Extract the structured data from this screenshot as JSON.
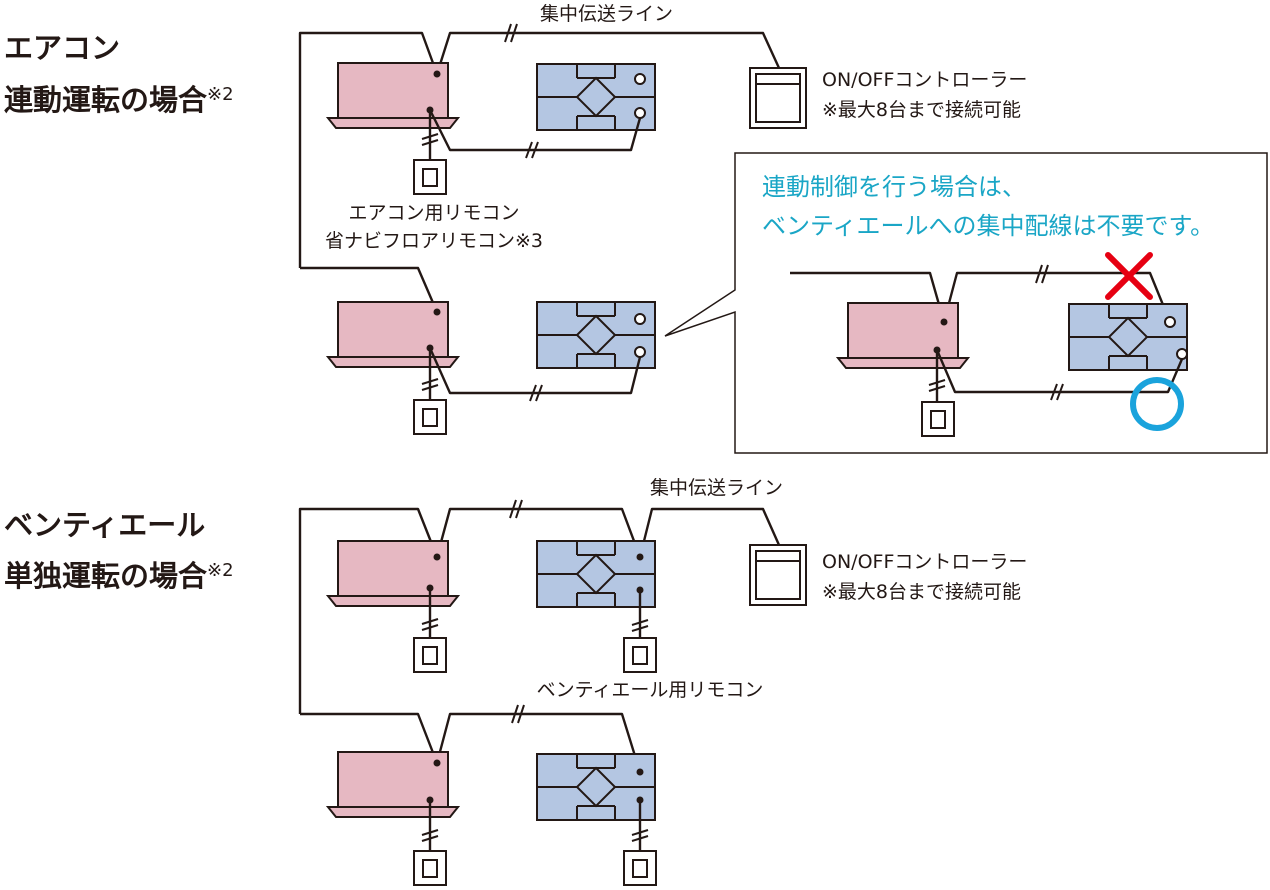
{
  "section1": {
    "title_line1": "エアコン",
    "title_line2": "連動運転の場合",
    "note_mark": "※2",
    "line_label": "集中伝送ライン",
    "controller_label": "ON/OFFコントローラー",
    "controller_note": "※最大8台まで接続可能",
    "remote_label_1": "エアコン用リモコン",
    "remote_label_2": "省ナビフロアリモコン※3"
  },
  "callout": {
    "line1": "連動制御を行う場合は、",
    "line2": "ベンティエールへの集中配線は不要です。",
    "x_color": "#e60012",
    "o_color": "#1aa3dc"
  },
  "section2": {
    "title_line1": "ベンティエール",
    "title_line2": "単独運転の場合",
    "note_mark": "※2",
    "line_label": "集中伝送ライン",
    "controller_label": "ON/OFFコントローラー",
    "controller_note": "※最大8台まで接続可能",
    "remote_label": "ベンティエール用リモコン"
  },
  "colors": {
    "aircon": "#e6b8c2",
    "ventilator": "#b4c6e2",
    "line": "#231815",
    "callout_text": "#1aa6c6"
  }
}
